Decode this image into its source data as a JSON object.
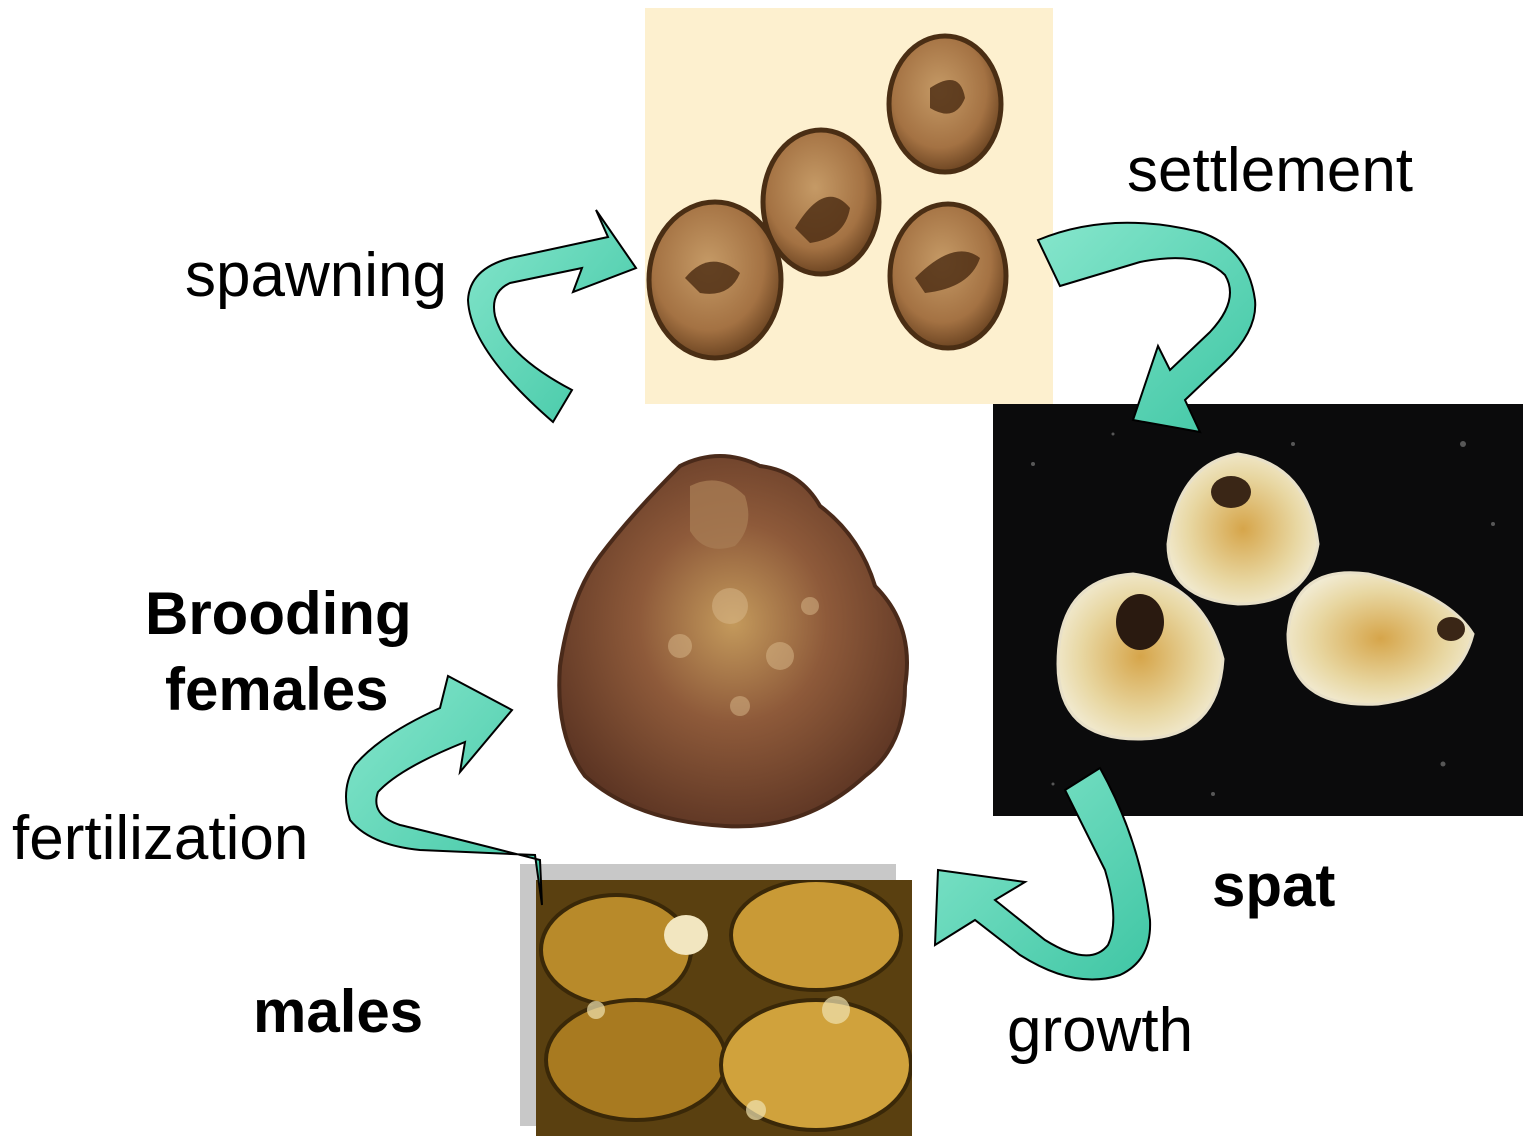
{
  "labels": {
    "spawning": "spawning",
    "settlement": "settlement",
    "brooding_line1": "Brooding",
    "brooding_line2": "females",
    "fertilization": "fertilization",
    "males": "males",
    "spat": "spat",
    "growth": "growth"
  },
  "colors": {
    "arrow_light": "#86e6cc",
    "arrow_dark": "#3fc6a4",
    "arrow_outline": "#000000",
    "larvae_background": "#fdf0cf",
    "spat_background": "#0b0b0c",
    "males_background": "#5a4010",
    "female_shell": "#6b4226"
  },
  "icons": {
    "cycle_arrows": "curved-arrow-icon"
  }
}
